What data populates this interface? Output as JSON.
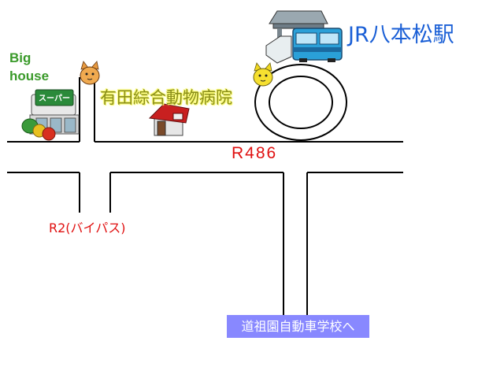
{
  "labels": {
    "station": "JR八本松駅",
    "store_line1": "Big",
    "store_line2": "house",
    "store_sign": "スーパー",
    "hospital": "有田綜合動物病院",
    "route486": "R486",
    "bypass": "R2(バイパス)",
    "school": "道祖園自動車学校へ"
  },
  "icons": [
    "train-station-icon",
    "supermarket-icon",
    "house-icon",
    "cat-icon",
    "roundabout"
  ],
  "colors": {
    "station_text": "#1a5fd6",
    "store_text": "#3a9a2a",
    "hospital_text": "#8a8e1a",
    "route_text": "#e01010",
    "school_bg": "#8888ff",
    "school_text": "#ffffff"
  }
}
